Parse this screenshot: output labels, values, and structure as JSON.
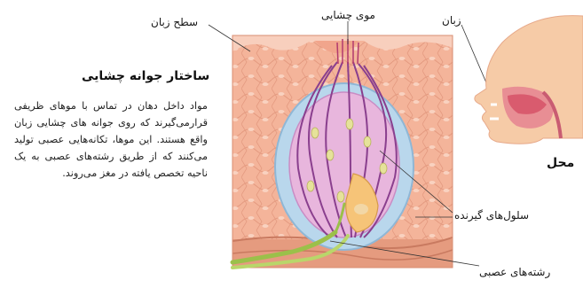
{
  "labels": {
    "tongue_surface": "سطح زبان",
    "taste_hair": "موی چشایی",
    "tongue": "زبان",
    "receptor_cells": "سلول‌های گیرنده",
    "nerve_fibers": "رشته‌های عصبی",
    "location": "محل"
  },
  "text_panel": {
    "title": "ساختار جوانه چشایی",
    "body": "مواد داخل دهان در تماس با موهای ظریفی قرارمی‌گیرند که روی جوانه های چشایی زبان واقع هستند. این موها، تکانه‌هایی عصبی تولید می‌کنند که از طریق رشته‌های عصبی به یک ناحیه تخصص یافته در مغز می‌روند."
  },
  "colors": {
    "tissue": "#f4b49a",
    "tissue_cells": "#f7c8b2",
    "bud_outer": "#b9d7ec",
    "bud_inner": "#e8b6dd",
    "cell_lines": "#8a3f8e",
    "nerve": "#9bc04a",
    "head_skin": "#f6cba7"
  }
}
